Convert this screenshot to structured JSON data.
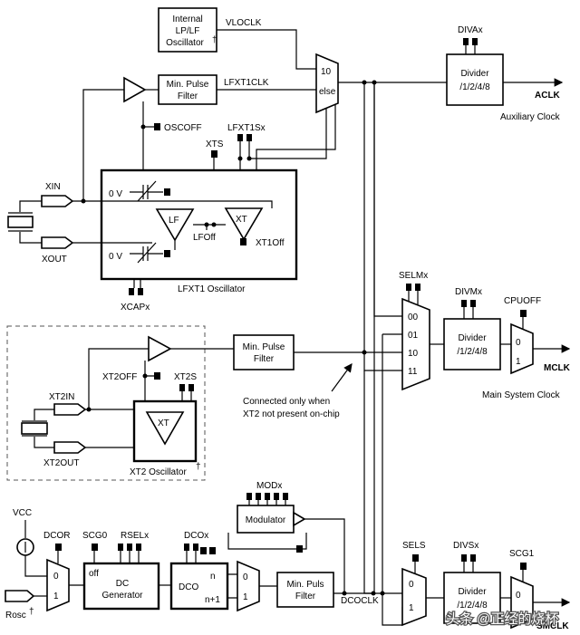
{
  "labels": {
    "vloclk": "VLOCLK",
    "lfxt1clk": "LFXT1CLK",
    "oscoff": "OSCOFF",
    "lfxt1sx": "LFXT1Sx",
    "xts": "XTS",
    "xin": "XIN",
    "xout": "XOUT",
    "zero_v_top": "0 V",
    "zero_v_bottom": "0 V",
    "lf": "LF",
    "xt": "XT",
    "lfoff": "LFOff",
    "xt1off": "XT1Off",
    "xcapx": "XCAPx",
    "lfxt1_osc": "LFXT1 Oscillator",
    "mux_a_10": "10",
    "mux_a_else": "else",
    "divax": "DIVAx",
    "aclk": "ACLK",
    "aux_clock": "Auxiliary Clock",
    "selmx": "SELMx",
    "divmx": "DIVMx",
    "cpuoff": "CPUOFF",
    "mux_m_00": "00",
    "mux_m_01": "01",
    "mux_m_10": "10",
    "mux_m_11": "11",
    "mclk_mux_0": "0",
    "mclk_mux_1": "1",
    "mclk": "MCLK",
    "main_clock": "Main System Clock",
    "xt2in": "XT2IN",
    "xt2off": "XT2OFF",
    "xt2s": "XT2S",
    "xt2": "XT",
    "xt2out": "XT2OUT",
    "xt2_osc": "XT2 Oscillator",
    "connected_1": "Connected only when",
    "connected_2": "XT2 not present on-chip",
    "modx": "MODx",
    "vcc": "VCC",
    "dcor": "DCOR",
    "scg0": "SCG0",
    "rselx": "RSELx",
    "dcox": "DCOx",
    "dcor_mux_0": "0",
    "dcor_mux_1": "1",
    "off": "off",
    "dc1": "DC",
    "dc2": "Generator",
    "dco": "DCO",
    "n": "n",
    "n1": "n+1",
    "dco_mux_0": "0",
    "dco_mux_1": "1",
    "dcoclk": "DCOCLK",
    "sels": "SELS",
    "divsx": "DIVSx",
    "scg1": "SCG1",
    "sels_mux_0": "0",
    "sels_mux_1": "1",
    "smclk_mux_0": "0",
    "smclk_mux_1": "1",
    "smclk": "SMCLK",
    "rosc": "Rosc",
    "dagger": "†"
  },
  "boxes": {
    "internal_osc": [
      "Internal",
      "LP/LF",
      "Oscillator"
    ],
    "pulse_filter_1": [
      "Min. Pulse",
      "Filter"
    ],
    "divider_a": [
      "Divider",
      "/1/2/4/8"
    ],
    "divider_m": [
      "Divider",
      "/1/2/4/8"
    ],
    "pulse_filter_2": [
      "Min. Pulse",
      "Filter"
    ],
    "modulator": [
      "Modulator"
    ],
    "pulse_filter_3": [
      "Min. Puls",
      "Filter"
    ],
    "divider_s": [
      "Divider",
      "/1/2/4/8"
    ]
  },
  "watermark": "头条 @正经的烧杯"
}
